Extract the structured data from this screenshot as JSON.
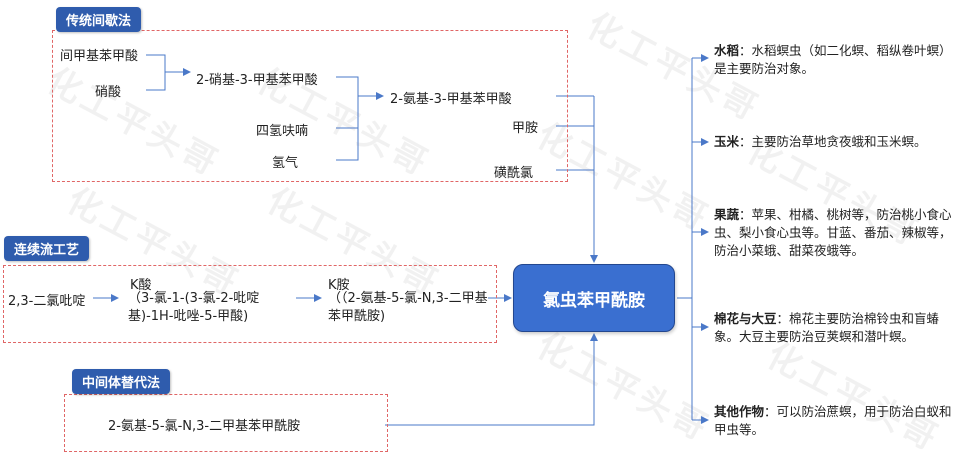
{
  "watermark": "化工平头哥",
  "methods": {
    "traditional": {
      "title": "传统间歇法",
      "inputs1": [
        "间甲基苯甲酸",
        "硝酸"
      ],
      "step1_product": "2-硝基-3-甲基苯甲酸",
      "inputs2": [
        "四氢呋喃",
        "氢气"
      ],
      "step2_product": "2-氨基-3-甲基苯甲酸",
      "inputs3": [
        "甲胺",
        "磺酰氯"
      ]
    },
    "continuous": {
      "title": "连续流工艺",
      "start": "2,3-二氯吡啶",
      "k_acid_label": "K酸",
      "k_acid_name": "（3-氯-1-(3-氯-2-吡啶基)-1H-吡唑-5-甲酸)",
      "k_amine_label": "K胺",
      "k_amine_name": "（（2-氨基-5-氯-N,3-二甲基苯甲酰胺)"
    },
    "intermediate": {
      "title": "中间体替代法",
      "compound": "2-氨基-5-氯-N,3-二甲基苯甲酰胺"
    }
  },
  "product": "氯虫苯甲酰胺",
  "uses": [
    {
      "crop": "水稻",
      "desc": "水稻螟虫（如二化螟、稻纵卷叶螟）是主要防治对象。"
    },
    {
      "crop": "玉米",
      "desc": "主要防治草地贪夜蛾和玉米螟。"
    },
    {
      "crop": "果蔬",
      "desc": "苹果、柑橘、桃树等，防治桃小食心虫、梨小食心虫等。甘蓝、番茄、辣椒等，防治小菜蛾、甜菜夜蛾等。"
    },
    {
      "crop": "棉花与大豆",
      "desc": "棉花主要防治棉铃虫和盲蝽象。大豆主要防治豆荚螟和潜叶螟。"
    },
    {
      "crop": "其他作物",
      "desc": "可以防治蔗螟，用于防治白蚁和甲虫等。"
    }
  ],
  "colors": {
    "accent": "#2f5cad",
    "core": "#3a6fd0",
    "dashed_border": "#e06666",
    "arrow": "#4a78c8"
  }
}
